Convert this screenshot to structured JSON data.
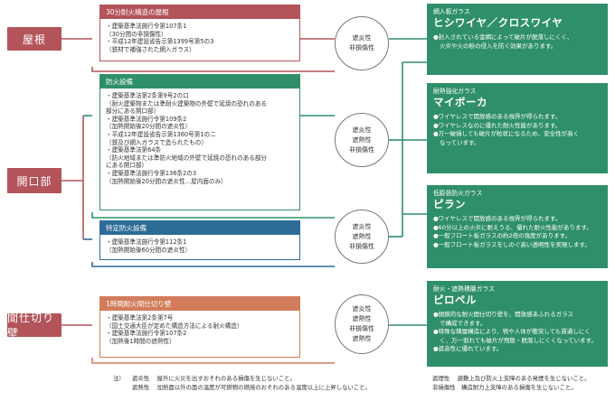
{
  "categories": {
    "roof": "屋根",
    "opening": "開口部",
    "partition": "間仕切り壁"
  },
  "boxes": {
    "roof": {
      "header": "30分耐火構造の屋根",
      "body": "・建築基準法施行令第107条1\n（30分間の非損傷性）\n・平成12年建設省告示第1399号第5の3\n（鉄材で補強された網入ガラス）"
    },
    "fire_equipment": {
      "header": "防火設備",
      "body": "・建築基準法第2条第9号2の口\n（耐火建築物または準耐火建築物の外壁で延焼の恐れのある\n部分にある開口部）\n・建築基準法施行令第109条2\n（加熱開始後20分間の遮炎性）\n・平成12年建設省告示第1360号第1の二\n（鉄及び網入ガラスで造られたもの）\n・建築基準法第64条\n（防火地域または準防火地域の外壁で延焼の恐れのある部分\nにある開口部）\n・建築基準法施行令第136条2の3\n（加熱開始後20分間の遮炎性…屋内面のみ）"
    },
    "special_equipment": {
      "header": "特定防火設備",
      "body": "・建築基準法施行令第112条1\n（加熱開始後60分間の遮炎性）"
    },
    "partition": {
      "header": "1時間耐火間仕切り壁",
      "body": "・建築基準法第2条第7号\n（国土交通大臣が定めた構造方法による耐火構造）\n・建築基準法施行令第107条2\n（加熱後1時間の遮熱性）"
    }
  },
  "performance": {
    "roof": [
      "遮炎性",
      "非損傷性"
    ],
    "opening_fire": [
      "遮炎性",
      "遮熱性",
      "非損傷性"
    ],
    "opening_special": [
      "遮炎性",
      "遮熱性",
      "非損傷性"
    ],
    "partition": [
      "遮炎性",
      "遮熱性",
      "非損傷性",
      "遮熱性"
    ]
  },
  "products": [
    {
      "subtitle": "網入板ガラス",
      "name": "ヒシワイヤ／クロスワイヤ",
      "features": [
        "●封入されている金網によって破片が脱落しにくく、\n火炎や火の粉の侵入を防ぐ効果があります。"
      ]
    },
    {
      "subtitle": "耐熱強化ガラス",
      "name": "マイボーカ",
      "features": [
        "●ワイヤレスで開放感のある視界が得られます。",
        "●ワイヤレスなのに優れた耐火性能があります。",
        "●万一破損しても破片が粒状になるため、安全性が高く\nなっています。"
      ]
    },
    {
      "subtitle": "低膨張防火ガラス",
      "name": "ピラン",
      "features": [
        "●ワイヤレスで開放感のある視界が得られます。",
        "●60分以上の火炎に耐えうる、優れた耐火性能があります。",
        "●一般フロート板ガラスの約2倍の強度があります。",
        "●一般フロート板ガラスをしのぐ高い透明性を実現します。"
      ]
    },
    {
      "subtitle": "耐火・遮熱積層ガラス",
      "name": "ピロペル",
      "features": [
        "●閉鎖的な耐火間仕切り壁を、開放感あふれるガラス\nで構成できます。",
        "●特殊な積層構造により、物や人体が衝突しても貫通しにく\nく、万一割れても破片が飛散・脱落しにくくなっています。",
        "●遮音性に優れています。"
      ]
    }
  ],
  "notes": {
    "prefix": "注）",
    "items": [
      "遮炎性　 屋外に火災を出すおそれのある損傷を生じないこと。",
      "遮熱性　 加熱面以外の面の温度が可燃物の燃焼のおそれのある温度以上に上昇しないこと。",
      "遮煙性　 避難上及び防火上支障のある発煙を生じないこと。",
      "非損傷性　構造耐力上支障のある損傷を生じないこと。"
    ]
  },
  "colors": {
    "red": "#b3545a",
    "green": "#2f8f6b",
    "blue": "#2d6c96",
    "orange": "#d27c5c"
  }
}
